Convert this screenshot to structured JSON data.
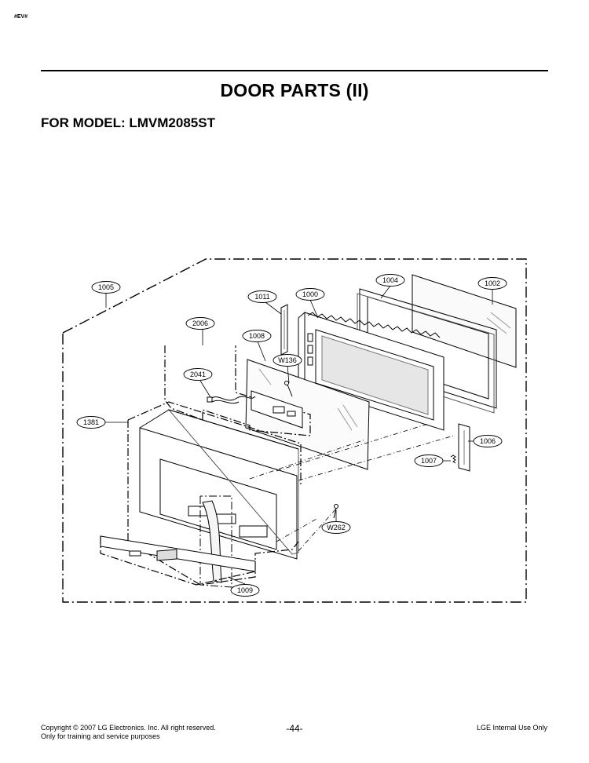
{
  "header": {
    "corner_tag": "#EV#",
    "title": "DOOR PARTS (II)",
    "subtitle": "FOR MODEL: LMVM2085ST"
  },
  "callouts": {
    "c1005": "1005",
    "c1004": "1004",
    "c1002": "1002",
    "c1011": "1011",
    "c1000": "1000",
    "c2006": "2006",
    "c1008": "1008",
    "cW136": "W136",
    "c2041": "2041",
    "c1381": "1381",
    "c1006": "1006",
    "c1007": "1007",
    "cW262": "W262",
    "c1009": "1009"
  },
  "footer": {
    "copyright": "Copyright © 2007 LG Electronics. Inc. All right reserved.",
    "note": "Only for training and service purposes",
    "page_number": "-44-",
    "usage": "LGE Internal Use Only"
  }
}
